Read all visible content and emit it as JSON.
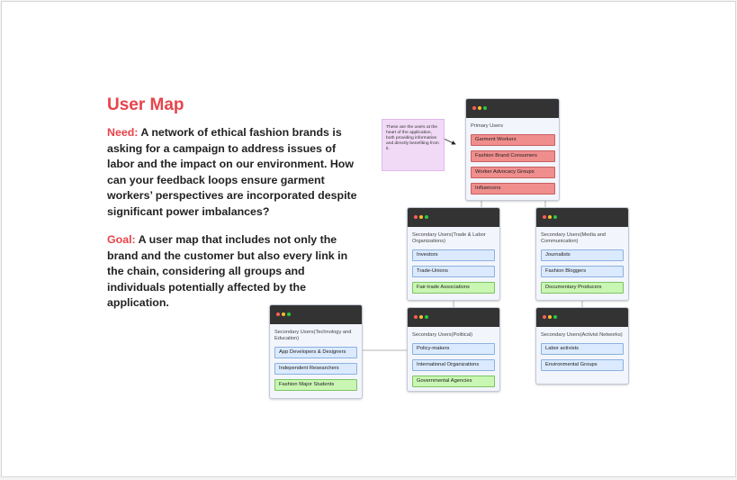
{
  "slide": {
    "title": "User Map",
    "need_label": "Need:",
    "need_text": " A network of ethical fashion brands is asking for a campaign to address issues of labor and the impact on our environment. How can your feedback loops ensure garment workers’ perspectives are incorporated despite significant power imbalances?",
    "goal_label": "Goal:",
    "goal_text": " A user map that includes not only the brand and the customer but also every link in the chain, considering all groups and individuals potentially affected by the application."
  },
  "note": {
    "text": "These are the users at the heart of the application, both providing information and directly benefiting from it."
  },
  "colors": {
    "accent": "#e8434b",
    "titlebar": "#333333",
    "primary_item": "#f08e8e",
    "secondary_item": "#dbeafe",
    "highlight_item": "#c9f6b2",
    "note": "#f1daf6"
  },
  "groups": [
    {
      "title": "Primary Users",
      "items": [
        "Garment Workers",
        "Fashion Brand Consumers",
        "Worker Advocacy Groups",
        "Influencers"
      ]
    },
    {
      "title": "Secondary Users(Trade & Labor Organizations)",
      "items": [
        "Investors",
        "Trade-Unions",
        "Fair-trade Associations"
      ]
    },
    {
      "title": "Secondary Users(Media and Communication)",
      "items": [
        "Journalists",
        "Fashion Bloggers",
        "Documentary Producers"
      ]
    },
    {
      "title": "Secondary Users(Technology and Education)",
      "items": [
        "App Developers & Designers",
        "Independent Researchers",
        "Fashion Major Students"
      ]
    },
    {
      "title": "Secondary Users(Political)",
      "items": [
        "Policy-makers",
        "International Organizations",
        "Governmental Agencies"
      ]
    },
    {
      "title": "Secondary Users(Activist Networks)",
      "items": [
        "Labor activists",
        "Environmental Groups"
      ]
    }
  ]
}
